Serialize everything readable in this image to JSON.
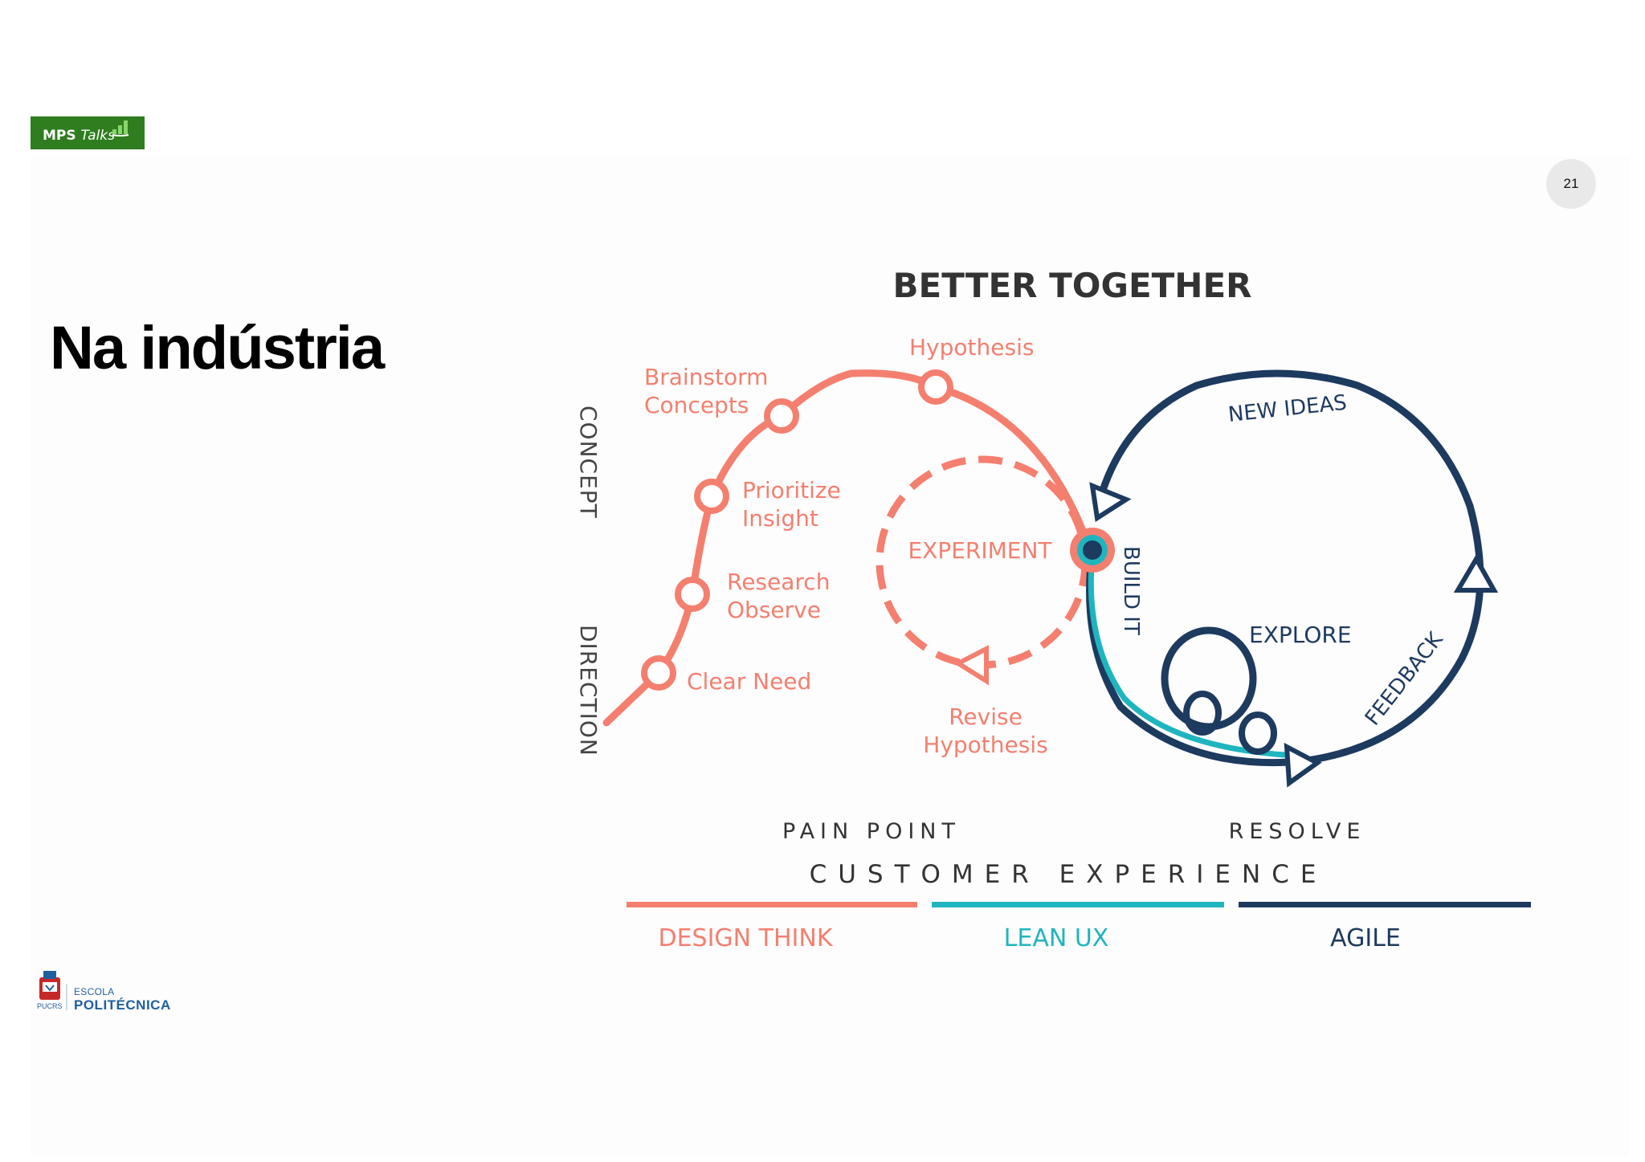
{
  "header": {
    "logo_brand": "MPS",
    "logo_suffix": "Talks",
    "page_number": "21"
  },
  "title": "Na indústria",
  "diagram": {
    "heading": "BETTER TOGETHER",
    "side_labels": {
      "concept": "CONCEPT",
      "direction": "DIRECTION"
    },
    "design_think_steps": [
      {
        "line1": "Clear Need",
        "line2": ""
      },
      {
        "line1": "Research",
        "line2": "Observe"
      },
      {
        "line1": "Prioritize",
        "line2": "Insight"
      },
      {
        "line1": "Brainstorm",
        "line2": "Concepts"
      },
      {
        "line1": "Hypothesis",
        "line2": ""
      }
    ],
    "experiment_loop": {
      "label": "EXPERIMENT",
      "revise_line1": "Revise",
      "revise_line2": "Hypothesis"
    },
    "agile_loop": {
      "build": "BUILD IT",
      "new_ideas": "NEW IDEAS",
      "feedback": "FEEDBACK",
      "explore": "EXPLORE"
    },
    "axis": {
      "pain_point": "PAIN POINT",
      "resolve": "RESOLVE",
      "customer_experience": "CUSTOMER EXPERIENCE"
    },
    "legend": [
      {
        "label": "DESIGN THINK",
        "color": "#f47f6f"
      },
      {
        "label": "LEAN UX",
        "color": "#1fb5bf"
      },
      {
        "label": "AGILE",
        "color": "#1d3a5f"
      }
    ]
  },
  "footer": {
    "school_line1": "ESCOLA",
    "school_line2": "POLITÉCNICA",
    "university_abbr": "PUCRS"
  }
}
